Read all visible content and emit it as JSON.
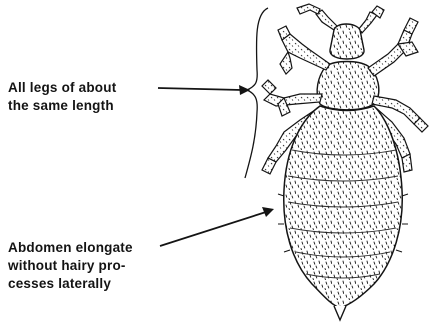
{
  "labels": {
    "legs": [
      "All legs of about",
      "the same length"
    ],
    "abdomen": [
      "Abdomen elongate",
      "without hairy pro-",
      "cesses laterally"
    ]
  },
  "colors": {
    "ink": "#141414",
    "paper": "#ffffff"
  },
  "illustration": {
    "subject": "louse-dorsal-view"
  }
}
